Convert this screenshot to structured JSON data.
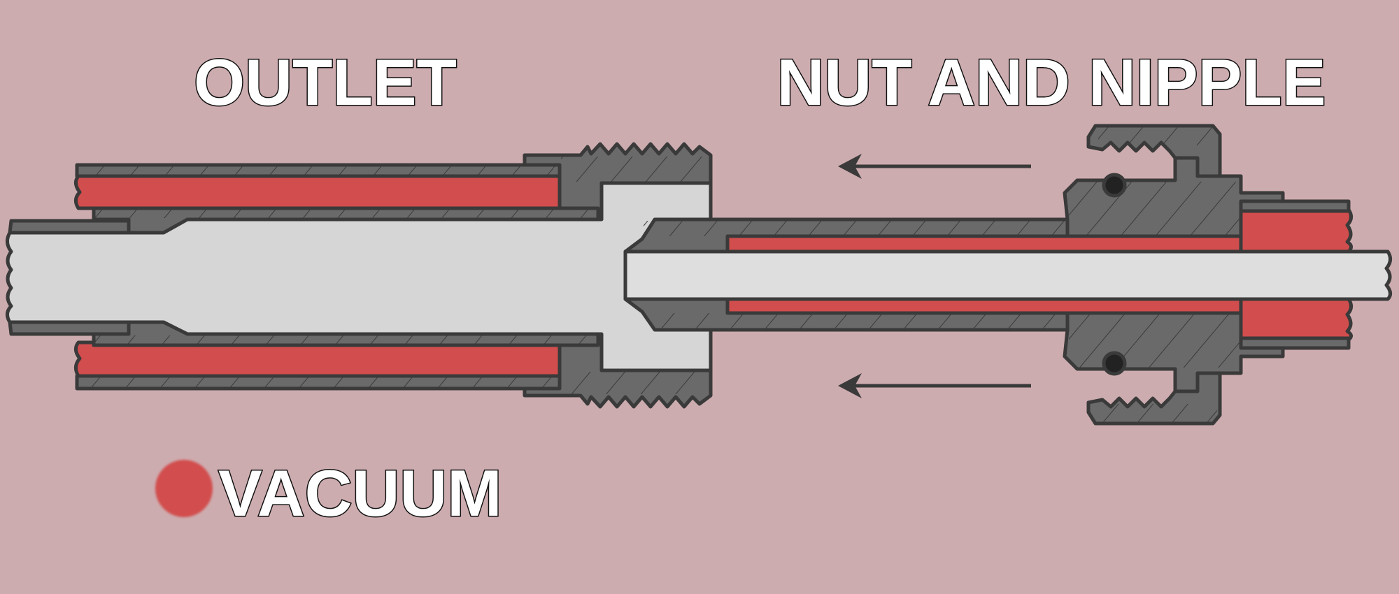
{
  "labels": {
    "outlet": "OUTLET",
    "nut_and_nipple": "NUT AND NIPPLE",
    "vacuum": "VACUUM"
  },
  "legend": {
    "vacuum_color": "#d24d4d"
  },
  "colors": {
    "background": "#cdacaf",
    "metal": "#6a6a6a",
    "outline": "#3a3a3a",
    "bore": "#d6d6d6"
  }
}
